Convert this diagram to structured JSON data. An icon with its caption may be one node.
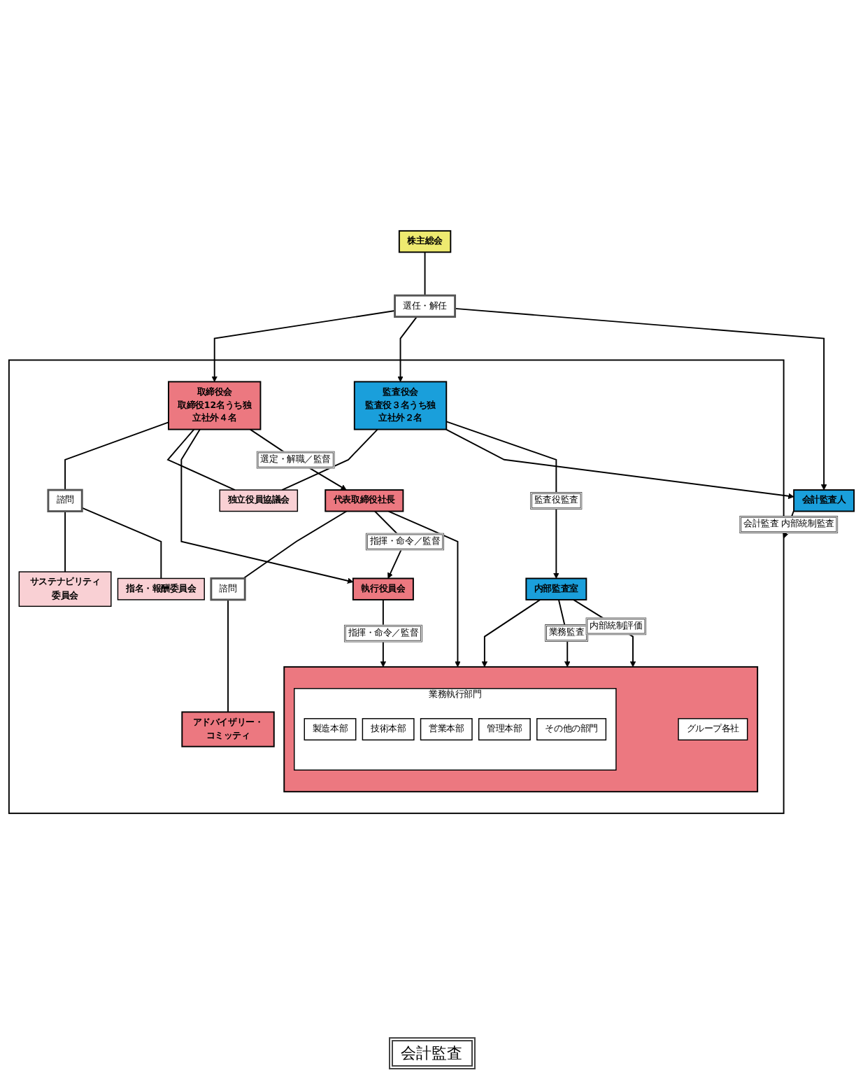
{
  "diagram": {
    "nodes": [
      {
        "text": [
          "株主総会"
        ]
      },
      {
        "text": [
          "選任・解任"
        ]
      },
      {
        "text": [],
        "shape": "box"
      },
      {
        "text": [
          "取締役会",
          "取締役12名うち独立社外４名"
        ],
        "in": 2
      },
      {
        "text": [
          "監査役会",
          "監査役３名うち独立社外２名"
        ],
        "in": 2
      },
      {
        "text": [
          "諮問"
        ],
        "in": 2
      },
      {
        "text": [
          "独立役員協議会"
        ],
        "in": 2
      },
      {
        "text": [
          "会計監査人"
        ]
      },
      {
        "text": [
          "サステナビリティ委員会"
        ],
        "in": 2
      },
      {
        "text": [
          "指名・報酬委員会"
        ],
        "in": 2
      },
      {
        "text": [
          "代表取締役社長"
        ],
        "in": 2
      },
      {
        "text": [
          "諮問"
        ],
        "in": 2
      },
      {
        "text": [
          "アドバイザリー・コミッティ"
        ],
        "in": 2
      },
      {
        "text": [
          "内部監査室"
        ],
        "in": 2
      },
      {
        "text": [
          "執行役員会"
        ],
        "in": 2
      },
      {
        "text": [],
        "shape": "box",
        "in": 2
      },
      {
        "text": [
          "業務執行部門"
        ],
        "in": 15
      },
      {
        "text": [
          "製造本部"
        ],
        "in": 16
      },
      {
        "text": [
          "技術本部"
        ],
        "in": 16
      },
      {
        "text": [
          "営業本部"
        ],
        "in": 16
      },
      {
        "text": [
          "管理本部"
        ],
        "in": 16
      },
      {
        "text": [
          "その他の部門"
        ],
        "in": 16
      },
      {
        "text": [
          "グループ各社"
        ],
        "in": 15
      }
    ],
    "edges": [
      {
        "from": 0,
        "to": 1,
        "arrow": "none"
      },
      {
        "from": 1,
        "to": 3,
        "arrow": "to"
      },
      {
        "from": 1,
        "to": 4,
        "arrow": "to"
      },
      {
        "from": 1,
        "to": 7,
        "arrow": "to"
      },
      {
        "from": 3,
        "to": 5,
        "arrow": "none"
      },
      {
        "from": 5,
        "to": 8,
        "arrow": "none"
      },
      {
        "from": 5,
        "to": 9,
        "arrow": "none"
      },
      {
        "from": 3,
        "to": 6,
        "arrow": "none"
      },
      {
        "from": 4,
        "to": 6,
        "arrow": "none"
      },
      {
        "from": 3,
        "to": 14,
        "arrow": "to"
      },
      {
        "from": 3,
        "to": 10,
        "arrow": "to",
        "label": "選定・解職／監督"
      },
      {
        "from": 4,
        "to": 7,
        "arrow": "to"
      },
      {
        "from": 4,
        "to": 13,
        "arrow": "to",
        "label": "監査役監査"
      },
      {
        "from": 7,
        "to": 2,
        "arrow": "to",
        "label": "会計監査 内部統制監査"
      },
      {
        "from": 10,
        "to": 11,
        "arrow": "none"
      },
      {
        "from": 11,
        "to": 12,
        "arrow": "none"
      },
      {
        "from": 10,
        "to": 14,
        "arrow": "to",
        "label": "指揮・命令／監督"
      },
      {
        "from": 10,
        "to": 15,
        "arrow": "to"
      },
      {
        "from": 13,
        "to": 15,
        "arrow": "to"
      },
      {
        "from": 14,
        "to": 15,
        "arrow": "to",
        "label": "指揮・命令／監督"
      },
      {
        "from": 13,
        "to": 15,
        "arrow": "to",
        "label": "業務監査"
      },
      {
        "from": 13,
        "to": 15,
        "arrow": "to",
        "label": "内部統制評価"
      }
    ],
    "labels": [
      "会計監査"
    ]
  }
}
